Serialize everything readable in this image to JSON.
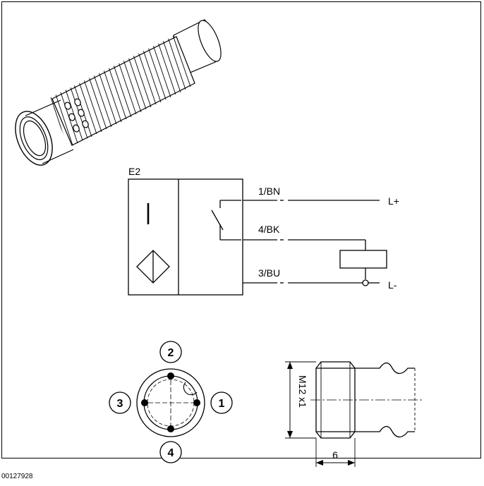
{
  "document_id": "00127928",
  "wiring": {
    "sensor_label": "E2",
    "wires": [
      {
        "label": "1/BN",
        "terminal": "L+"
      },
      {
        "label": "4/BK",
        "terminal": ""
      },
      {
        "label": "3/BU",
        "terminal": "L-"
      }
    ]
  },
  "connector_pins": [
    "1",
    "2",
    "3",
    "4"
  ],
  "dimensions": {
    "thread": "M12 x1",
    "length": "6"
  }
}
